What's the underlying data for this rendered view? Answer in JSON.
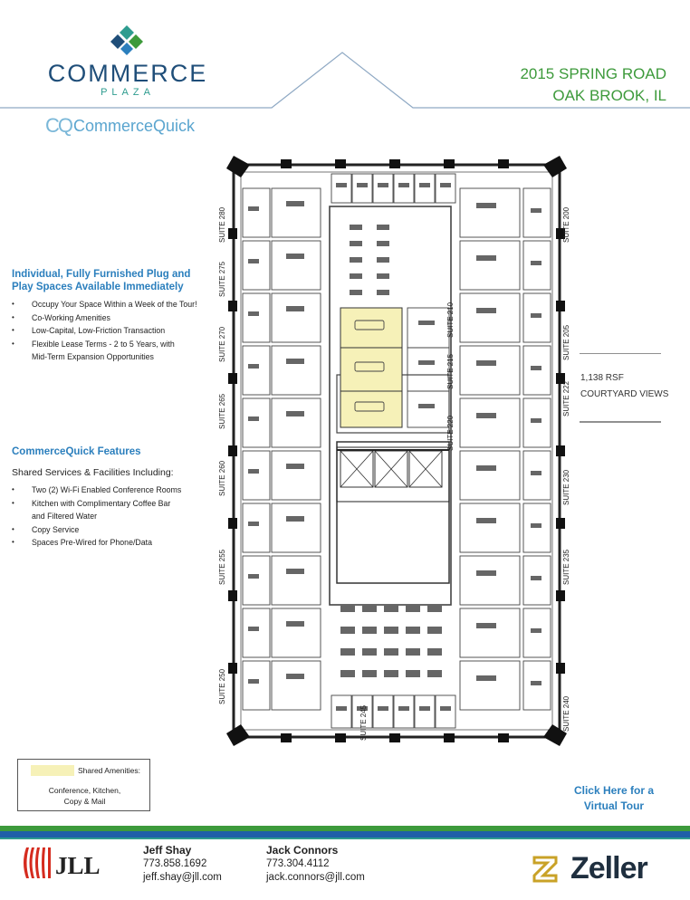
{
  "brand": {
    "name": "COMMERCE",
    "sub": "PLAZA",
    "badge_letters": "CQ",
    "badge_text": "CommerceQuick"
  },
  "address": {
    "line1": "2015 SPRING ROAD",
    "line2": "OAK BROOK, IL"
  },
  "section1": {
    "title_line1": "Individual, Fully Furnished Plug and",
    "title_line2": "Play Spaces Available Immediately",
    "bullets": [
      "Occupy Your Space Within a Week of the Tour!",
      "Co-Working Amenities",
      "Low-Capital, Low-Friction Transaction",
      "Flexible Lease Terms - 2 to 5 Years, with",
      "Mid-Term Expansion Opportunities"
    ]
  },
  "section2": {
    "title": "CommerceQuick Features",
    "subtitle": "Shared Services & Facilities Including:",
    "bullets": [
      "Two (2) Wi-Fi Enabled Conference Rooms",
      "Kitchen with Complimentary Coffee Bar",
      "and Filtered Water",
      "Copy Service",
      "Spaces Pre-Wired for Phone/Data"
    ]
  },
  "legend": {
    "title": "Shared Amenities:",
    "line1": "Conference, Kitchen,",
    "line2": "Copy & Mail"
  },
  "callout": {
    "rsf": "1,138 RSF",
    "views": "COURTYARD VIEWS"
  },
  "virtual_tour": {
    "line1": "Click Here for a",
    "line2": "Virtual Tour"
  },
  "suites": {
    "s200": "SUITE 200",
    "s205": "SUITE 205",
    "s210": "SUITE 210",
    "s215": "SUITE 215",
    "s220": "SUITE 220",
    "s222": "SUITE 222",
    "s230": "SUITE 230",
    "s235": "SUITE 235",
    "s240": "SUITE 240",
    "s245": "SUITE 245",
    "s250": "SUITE 250",
    "s255": "SUITE 255",
    "s260": "SUITE 260",
    "s265": "SUITE 265",
    "s270": "SUITE 270",
    "s275": "SUITE 275",
    "s280": "SUITE 280"
  },
  "contacts": [
    {
      "name": "Jeff Shay",
      "phone": "773.858.1692",
      "email": "jeff.shay@jll.com"
    },
    {
      "name": "Jack Connors",
      "phone": "773.304.4112",
      "email": "jack.connors@jll.com"
    }
  ],
  "logos": {
    "jll": "JLL",
    "zeller": "Zeller"
  },
  "colors": {
    "brand_blue": "#1f4e79",
    "accent_teal": "#2e9c8f",
    "address_green": "#3d9a3b",
    "heading_blue": "#2b7fbd",
    "amenity_yellow": "#f6f1b8"
  }
}
